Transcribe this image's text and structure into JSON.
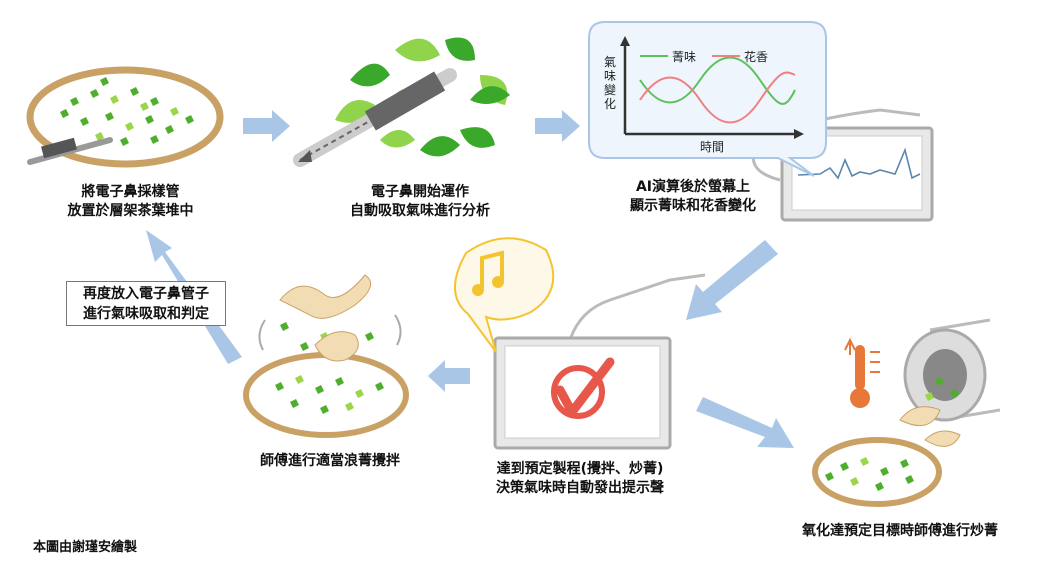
{
  "captions": {
    "step1": [
      "將電子鼻採樣管",
      "放置於層架茶葉堆中"
    ],
    "step2": [
      "電子鼻開始運作",
      "自動吸取氣味進行分析"
    ],
    "step3": [
      "AI演算後於螢幕上",
      "顯示菁味和花香變化"
    ],
    "step4": [
      "氧化達預定目標時師傅進行炒菁"
    ],
    "step5": [
      "達到預定製程(攪拌、炒菁)",
      "決策氣味時自動發出提示聲"
    ],
    "step6": [
      "師傅進行適當浪菁攪拌"
    ],
    "note": [
      "再度放入電子鼻管子",
      "進行氣味吸取和判定"
    ]
  },
  "chart_inset": {
    "legend": [
      "菁味",
      "花香"
    ],
    "ylabel": "氣味變化",
    "xlabel": "時間",
    "series_colors": [
      "#5cc25c",
      "#f08080"
    ]
  },
  "credit": "本圖由謝瑾安繪製",
  "colors": {
    "arrow": "#a9c6e6",
    "basket_rim": "#c9a165",
    "leaf_green": "#4fae2e",
    "check_red": "#e8584a",
    "thermo_orange": "#e8783a",
    "bubble_yellow": "#f4c430"
  }
}
